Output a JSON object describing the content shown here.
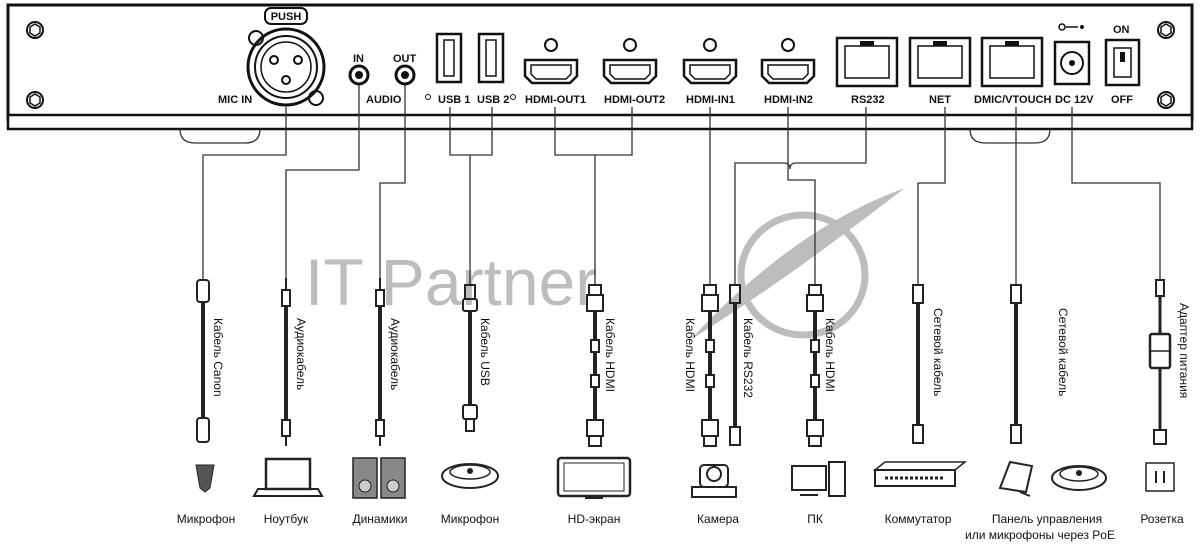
{
  "watermark": "IT Partner",
  "panel": {
    "push": "PUSH",
    "ports": [
      {
        "id": "mic-in",
        "label": "MIC IN"
      },
      {
        "id": "audio-in",
        "label": "IN"
      },
      {
        "id": "audio-out",
        "label": "OUT"
      },
      {
        "id": "audio",
        "label": "AUDIO"
      },
      {
        "id": "usb1",
        "label": "USB 1"
      },
      {
        "id": "usb2",
        "label": "USB 2"
      },
      {
        "id": "hdmi-out1",
        "label": "HDMI-OUT1"
      },
      {
        "id": "hdmi-out2",
        "label": "HDMI-OUT2"
      },
      {
        "id": "hdmi-in1",
        "label": "HDMI-IN1"
      },
      {
        "id": "hdmi-in2",
        "label": "HDMI-IN2"
      },
      {
        "id": "rs232",
        "label": "RS232"
      },
      {
        "id": "net",
        "label": "NET"
      },
      {
        "id": "dmic",
        "label": "DMIC/VTOUCH"
      },
      {
        "id": "dc",
        "label": "DC 12V"
      },
      {
        "id": "on",
        "label": "ON"
      },
      {
        "id": "off",
        "label": "OFF"
      }
    ]
  },
  "cables": [
    "Кабель Canon",
    "Аудиокабель",
    "Аудиокабель",
    "Кабель USB",
    "Кабель HDMI",
    "Кабель HDMI",
    "Кабель RS232",
    "Кабель HDMI",
    "Сетевой кабель",
    "Сетевой кабель",
    "Адаптер питания"
  ],
  "devices": [
    "Микрофон",
    "Ноутбук",
    "Динамики",
    "Микрофон",
    "HD-экран",
    "Камера",
    "ПК",
    "Коммутатор",
    "Панель управления",
    "или микрофоны через PoE",
    "Розетка"
  ]
}
